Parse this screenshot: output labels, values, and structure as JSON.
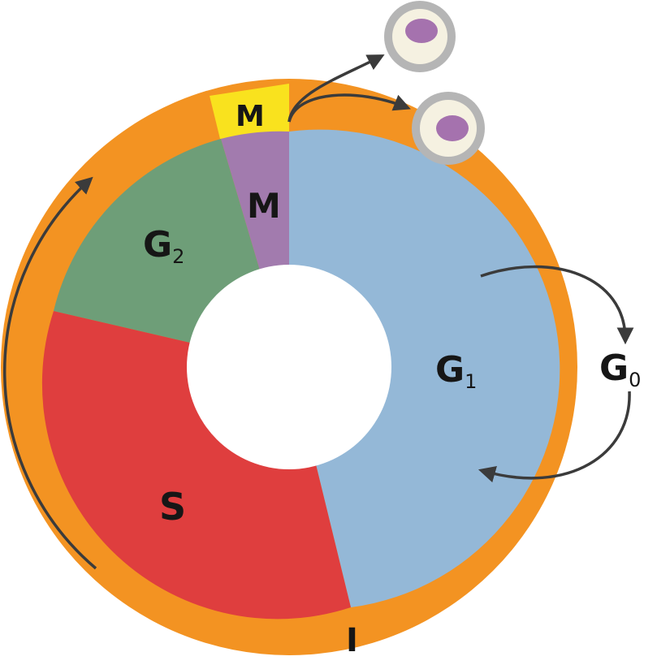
{
  "diagram": {
    "colors": {
      "outer_ring": "#F39322",
      "g1": "#94B8D7",
      "s": "#DF3E3E",
      "g2": "#6E9E78",
      "m_inner": "#A27BAE",
      "m_outer": "#F9E21E",
      "cell_rim": "#B5B5B5",
      "cell_body": "#F5F1E1",
      "nucleus": "#A572AE",
      "arrow": "#3B3B3B"
    },
    "phases": {
      "g1": {
        "label": "G",
        "sub": "1"
      },
      "s": {
        "label": "S"
      },
      "g2": {
        "label": "G",
        "sub": "2"
      },
      "m_inner": {
        "label": "M"
      },
      "m_outer": {
        "label": "M"
      },
      "interphase": {
        "label": "I"
      },
      "g0": {
        "label": "G",
        "sub": "0"
      }
    },
    "icons": {
      "daughter_cell": "daughter-cell-icon",
      "arrow": "curved-arrow-icon"
    }
  }
}
